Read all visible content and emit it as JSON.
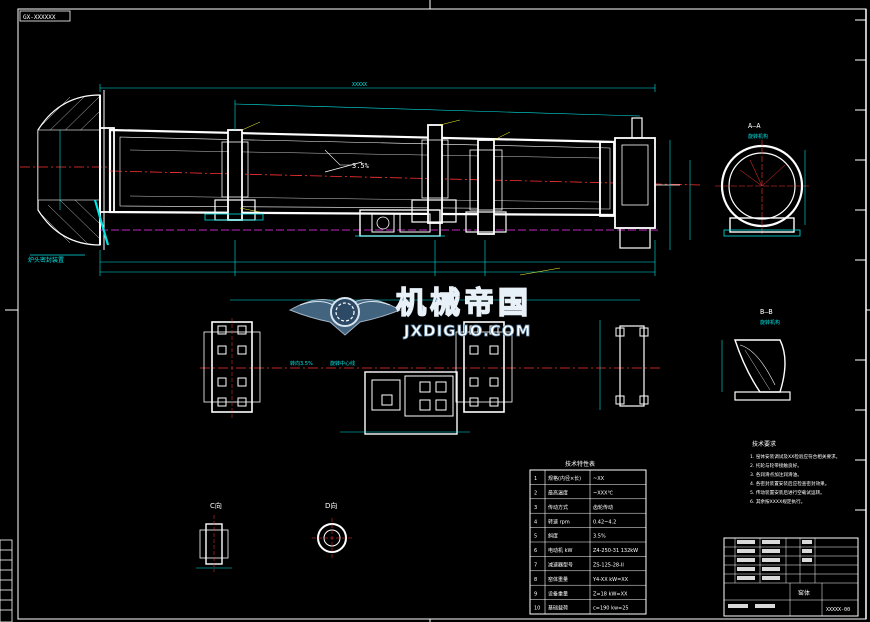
{
  "drawing": {
    "code_box": "GX-XXXXXX",
    "slope_label": "3.5%",
    "section_aa": "A—A",
    "section_bb": "B—B",
    "view_c": "C向",
    "view_d": "D向",
    "section_aa_sub": "旋转机构",
    "section_bb_sub": "旋转机构",
    "top_dimension": "XXXXX",
    "left_note": "炉头密封装置",
    "plan_slope_label": "转向3.5%",
    "plan_center_label": "旋转中心线"
  },
  "watermark": {
    "title": "机械帝国",
    "subtitle": "JXDIGUO.COM"
  },
  "spec_table": {
    "title": "技术特性表",
    "rows": [
      {
        "no": "1",
        "name": "规格(内径×长)",
        "value": "~XX"
      },
      {
        "no": "2",
        "name": "最高温度",
        "value": "~XXX℃"
      },
      {
        "no": "3",
        "name": "传动方式",
        "value": "齿轮传动"
      },
      {
        "no": "4",
        "name": "转速 rpm",
        "value": "0.42~4.2"
      },
      {
        "no": "5",
        "name": "斜度",
        "value": "3.5%"
      },
      {
        "no": "6",
        "name": "电动机 kW",
        "value": "Z4-250-31 132kW"
      },
      {
        "no": "7",
        "name": "减速器型号",
        "value": "ZS-125-28-II"
      },
      {
        "no": "8",
        "name": "窑体重量",
        "value": "Y4-XX kW=XX"
      },
      {
        "no": "9",
        "name": "设备重量",
        "value": "Z=18 kW=XX"
      },
      {
        "no": "10",
        "name": "基础载荷",
        "value": "c=190 kw=25"
      }
    ]
  },
  "tech_notes": {
    "title": "技术要求",
    "lines": [
      "1. 窑体安装调试及XX检验应符合相关要求。",
      "2. 托轮与轮带接触良好。",
      "3. 各润滑点加注润滑油。",
      "4. 各密封装置安装后应检查密封效果。",
      "5. 传动装置安装后进行空载试运转。",
      "6. 其余按XXXX规定执行。"
    ]
  },
  "title_block": {
    "drawing_name": "窑体",
    "drawing_no": "XXXXX-00"
  }
}
